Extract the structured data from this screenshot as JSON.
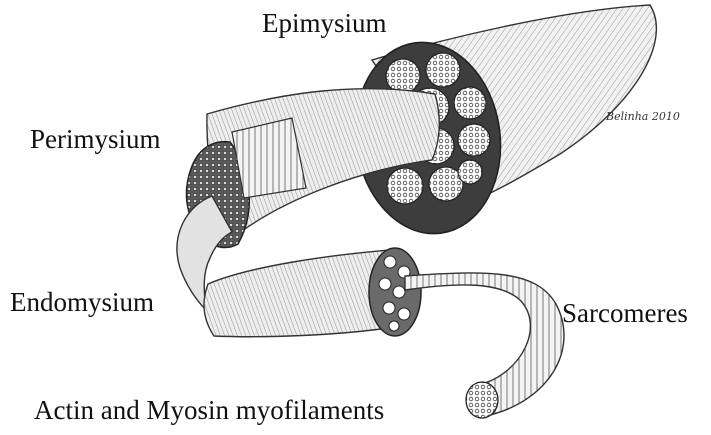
{
  "diagram": {
    "labels": {
      "epimysium": "Epimysium",
      "perimysium": "Perimysium",
      "endomysium": "Endomysium",
      "sarcomeres": "Sarcomeres",
      "myofilaments": "Actin and Myosin myofilaments"
    },
    "signature": "Belinha 2010",
    "colors": {
      "ink": "#111111",
      "shade": "#9a9a9a",
      "light": "#e8e8e8",
      "paper": "#ffffff"
    }
  }
}
